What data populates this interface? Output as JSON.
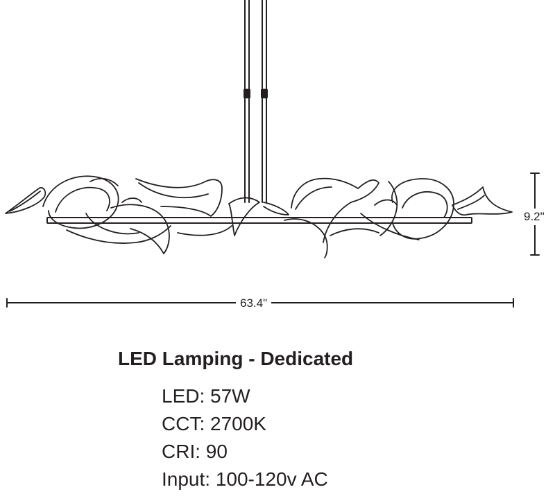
{
  "dimensions": {
    "width": "63.4\"",
    "height": "9.2\""
  },
  "specs": {
    "title": "LED Lamping - Dedicated",
    "items": [
      "LED: 57W",
      "CCT: 2700K",
      "CRI: 90",
      "Input: 100-120v AC"
    ]
  }
}
